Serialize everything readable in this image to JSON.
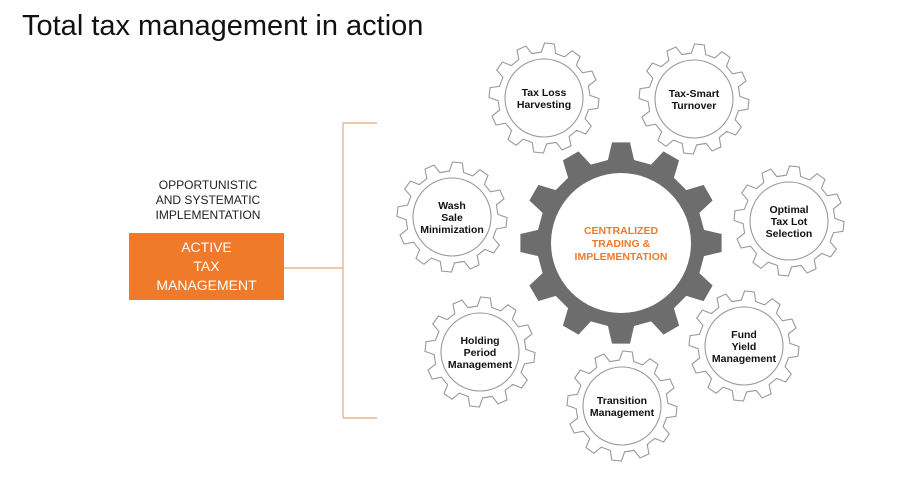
{
  "title": "Total tax management in action",
  "subtitle_lines": [
    "OPPORTUNISTIC",
    "AND SYSTEMATIC",
    "IMPLEMENTATION"
  ],
  "active_box_lines": [
    "ACTIVE",
    "TAX",
    "MANAGEMENT"
  ],
  "colors": {
    "accent": "#ef7a2a",
    "center_gear": "#6d6d6d",
    "gear_outline": "#999999",
    "connector": "#e8b98a",
    "text": "#111111"
  },
  "center_gear": {
    "lines": [
      "CENTRALIZED",
      "TRADING &",
      "IMPLEMENTATION"
    ]
  },
  "gears": [
    {
      "id": "tax-loss-harvesting",
      "lines": [
        "Tax Loss",
        "Harvesting"
      ]
    },
    {
      "id": "tax-smart-turnover",
      "lines": [
        "Tax-Smart",
        "Turnover"
      ]
    },
    {
      "id": "wash-sale-minimization",
      "lines": [
        "Wash",
        "Sale",
        "Minimization"
      ]
    },
    {
      "id": "optimal-tax-lot-selection",
      "lines": [
        "Optimal",
        "Tax Lot",
        "Selection"
      ]
    },
    {
      "id": "holding-period-management",
      "lines": [
        "Holding",
        "Period",
        "Management"
      ]
    },
    {
      "id": "fund-yield-management",
      "lines": [
        "Fund",
        "Yield",
        "Management"
      ]
    },
    {
      "id": "transition-management",
      "lines": [
        "Transition",
        "Management"
      ]
    }
  ]
}
